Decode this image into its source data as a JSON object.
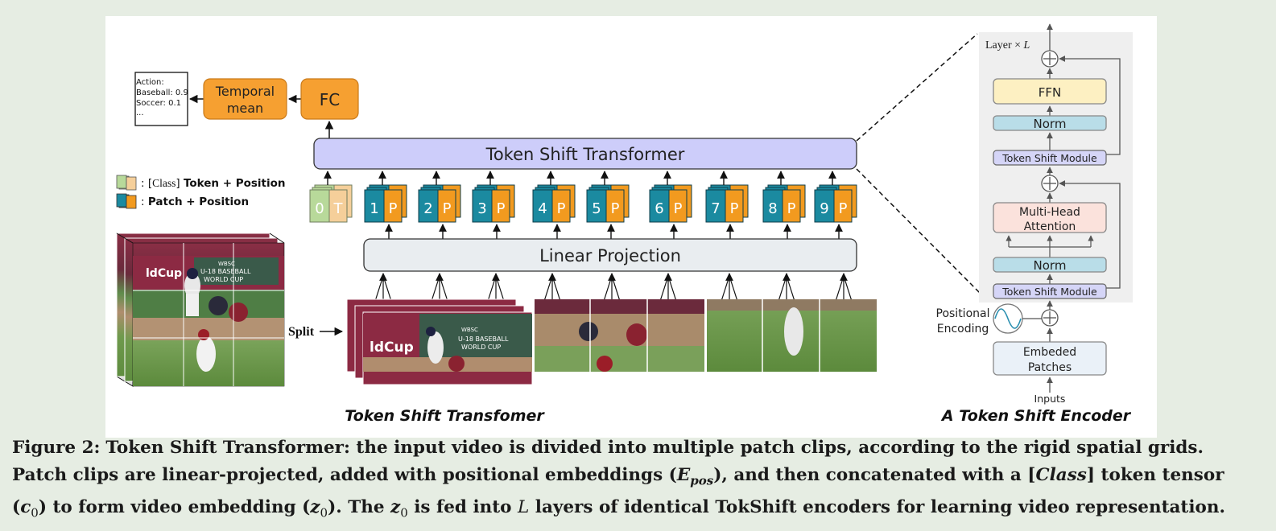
{
  "left": {
    "output_box": {
      "line1": "Action:",
      "line2": "Baseball: 0.9",
      "line3": "Soccer: 0.1",
      "line4": "..."
    },
    "temporal_mean": {
      "line1": "Temporal",
      "line2": "mean"
    },
    "fc": "FC",
    "token_shift_transformer": "Token Shift Transformer",
    "linear_projection": "Linear Projection",
    "legend": {
      "class_prefix": ": [",
      "class_word": "Class",
      "class_suffix": "] ",
      "class_bold": "Token + Position",
      "patch_prefix": ": ",
      "patch_bold": "Patch + Position"
    },
    "tokens": {
      "class_token": {
        "num": "0",
        "letter": "T"
      },
      "patch_tokens": [
        {
          "num": "1",
          "letter": "P"
        },
        {
          "num": "2",
          "letter": "P"
        },
        {
          "num": "3",
          "letter": "P"
        },
        {
          "num": "4",
          "letter": "P"
        },
        {
          "num": "5",
          "letter": "P"
        },
        {
          "num": "6",
          "letter": "P"
        },
        {
          "num": "7",
          "letter": "P"
        },
        {
          "num": "8",
          "letter": "P"
        },
        {
          "num": "9",
          "letter": "P"
        }
      ]
    },
    "split": "Split",
    "frame_text": {
      "wbsc": "WBSC",
      "banner1": "U-18 BASEBALL",
      "banner2": "WORLD CUP",
      "cup": "ldCup"
    },
    "subtitle": "Token Shift Transfomer"
  },
  "right": {
    "layer_label": "Layer × ",
    "layer_var": "L",
    "ffn": "FFN",
    "norm_top": "Norm",
    "tsm_top": "Token Shift Module",
    "mha": {
      "line1": "Multi-Head",
      "line2": "Attention"
    },
    "norm_bottom": "Norm",
    "tsm_bottom": "Token Shift Module",
    "positional_encoding": {
      "line1": "Positional",
      "line2": "Encoding"
    },
    "embeded_patches": {
      "line1": "Embeded",
      "line2": "Patches"
    },
    "inputs": "Inputs",
    "subtitle": "A Token Shift Encoder"
  },
  "caption": {
    "fig_label": "Figure 2:",
    "line1": "Token Shift Transformer: the input video is divided into multiple patch clips, according to the rigid spatial grids.",
    "line2a": "Patch clips are linear-projected, added with positional embeddings (",
    "e_sym": "E",
    "pos_sub": "pos",
    "line2b": "), and then concatenated with a [",
    "class_word": "Class",
    "line2c": "] token tensor",
    "line3a": "(",
    "c_sym": "c",
    "zero1": "0",
    "line3b": ") to form video embedding (",
    "z_sym": "z",
    "zero2": "0",
    "line3c": "). The ",
    "z_sym2": "z",
    "zero3": "0",
    "line3d": " is fed into ",
    "l_sym": "L",
    "line3e": " layers of identical TokShift encoders for learning video representation."
  },
  "colors": {
    "orange": "#f6a031",
    "teal": "#1b8aa0",
    "lavender": "#cdcdfa",
    "projection": "#e9edf0",
    "class_green": "#b8d99a",
    "class_peach": "#f5cf9a",
    "ffn": "#fdf0c2",
    "norm": "#b9dde8",
    "mha": "#fbe2dc",
    "tsm": "#d5d5f7",
    "encoder_bg": "#efefef"
  }
}
